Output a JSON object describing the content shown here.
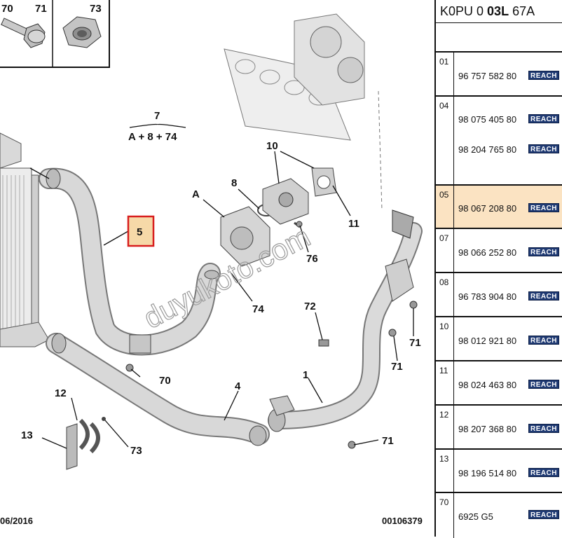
{
  "diagram": {
    "labels": {
      "l70_top": "70",
      "l71_top": "71",
      "l73_top": "73",
      "l7": "7",
      "l7_formula": "A + 8 + 74",
      "l10": "10",
      "l8": "8",
      "lA": "A",
      "l11": "11",
      "l76": "76",
      "l5": "5",
      "l74": "74",
      "l72": "72",
      "l71_right": "71",
      "l71_mid": "71",
      "l70_mid": "70",
      "l4": "4",
      "l1": "1",
      "l12": "12",
      "l13": "13",
      "l73_bottom": "73",
      "l71_bottom": "71",
      "date": "06/2016",
      "ref": "00106379"
    },
    "watermark": "duyukoto.com",
    "colors": {
      "highlight_border": "#d81e1e",
      "highlight_fill": "#f6d9a8"
    }
  },
  "panel": {
    "header_prefix": "K0PU 0 ",
    "header_bold": "03L",
    "header_suffix": " 67A",
    "reach_label": "REACH",
    "rows": [
      {
        "index": "01",
        "refs": [
          "96 757 582 80"
        ]
      },
      {
        "index": "04",
        "refs": [
          "98 075 405 80",
          "98 204 765 80"
        ]
      },
      {
        "index": "05",
        "refs": [
          "98 067 208 80"
        ],
        "highlighted": true
      },
      {
        "index": "07",
        "refs": [
          "98 066 252 80"
        ]
      },
      {
        "index": "08",
        "refs": [
          "96 783 904 80"
        ]
      },
      {
        "index": "10",
        "refs": [
          "98 012 921 80"
        ]
      },
      {
        "index": "11",
        "refs": [
          "98 024 463 80"
        ]
      },
      {
        "index": "12",
        "refs": [
          "98 207 368 80"
        ]
      },
      {
        "index": "13",
        "refs": [
          "98 196 514 80"
        ]
      },
      {
        "index": "70",
        "refs": [
          "6925 G5"
        ]
      }
    ],
    "colors": {
      "reach_bg": "#1f3a73",
      "highlight_row": "#fbe3c2"
    }
  }
}
